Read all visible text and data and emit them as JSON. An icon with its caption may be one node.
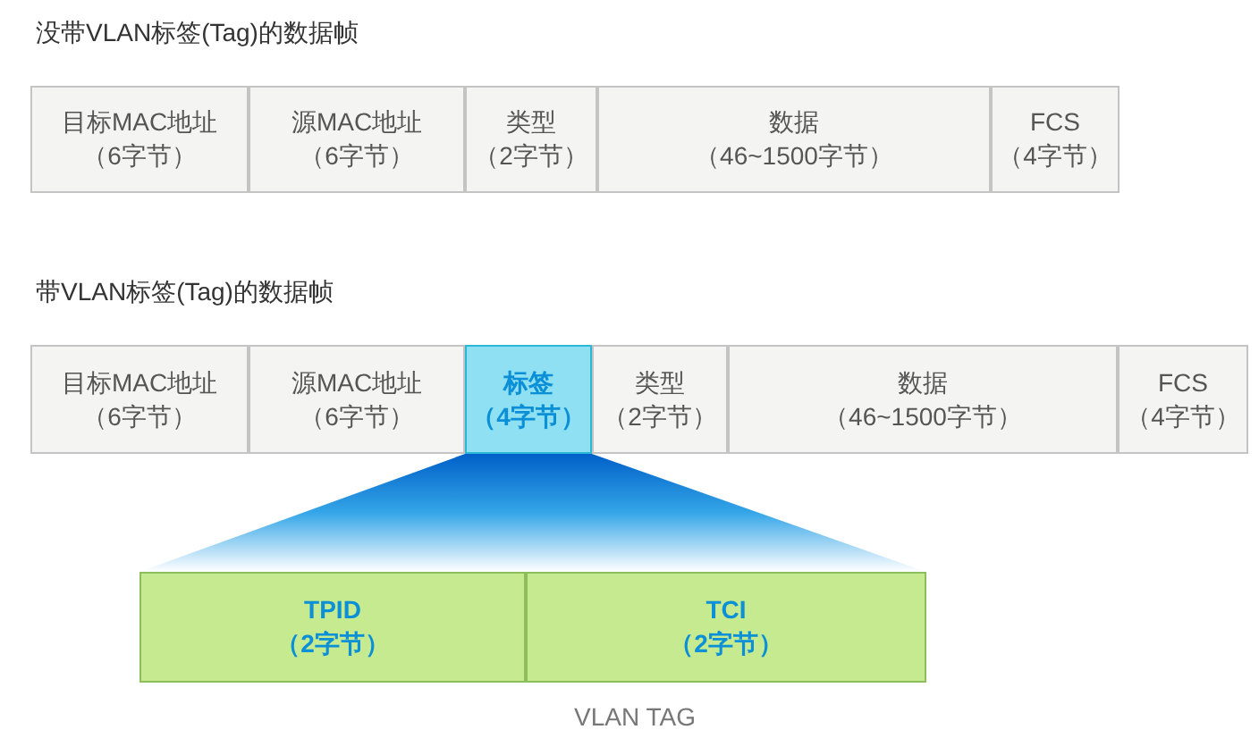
{
  "diagram": {
    "caption": "VLAN TAG",
    "nodes": [
      {
        "text": [
          "目标MAC地址",
          "（6字节）"
        ]
      },
      {
        "text": [
          "源MAC地址",
          "（6字节）"
        ]
      },
      {
        "text": [
          "类型",
          "（2字节）"
        ]
      },
      {
        "text": [
          "数据",
          "（46~1500字节）"
        ]
      },
      {
        "text": [
          "FCS",
          "（4字节）"
        ]
      },
      {
        "text": [
          "目标MAC地址",
          "（6字节）"
        ]
      },
      {
        "text": [
          "源MAC地址",
          "（6字节）"
        ]
      },
      {
        "text": [
          "标签",
          "（4字节）"
        ]
      },
      {
        "text": [
          "类型",
          "（2字节）"
        ]
      },
      {
        "text": [
          "数据",
          "（46~1500字节）"
        ]
      },
      {
        "text": [
          "FCS",
          "（4字节）"
        ]
      },
      {
        "text": [],
        "shape": "trapezoid"
      },
      {
        "text": [
          "TPID",
          "（2字节）"
        ]
      },
      {
        "text": [
          "TCI",
          "（2字节）"
        ]
      }
    ],
    "edges": [],
    "labels": [
      "没带VLAN标签(Tag)的数据帧",
      "带VLAN标签(Tag)的数据帧"
    ]
  }
}
